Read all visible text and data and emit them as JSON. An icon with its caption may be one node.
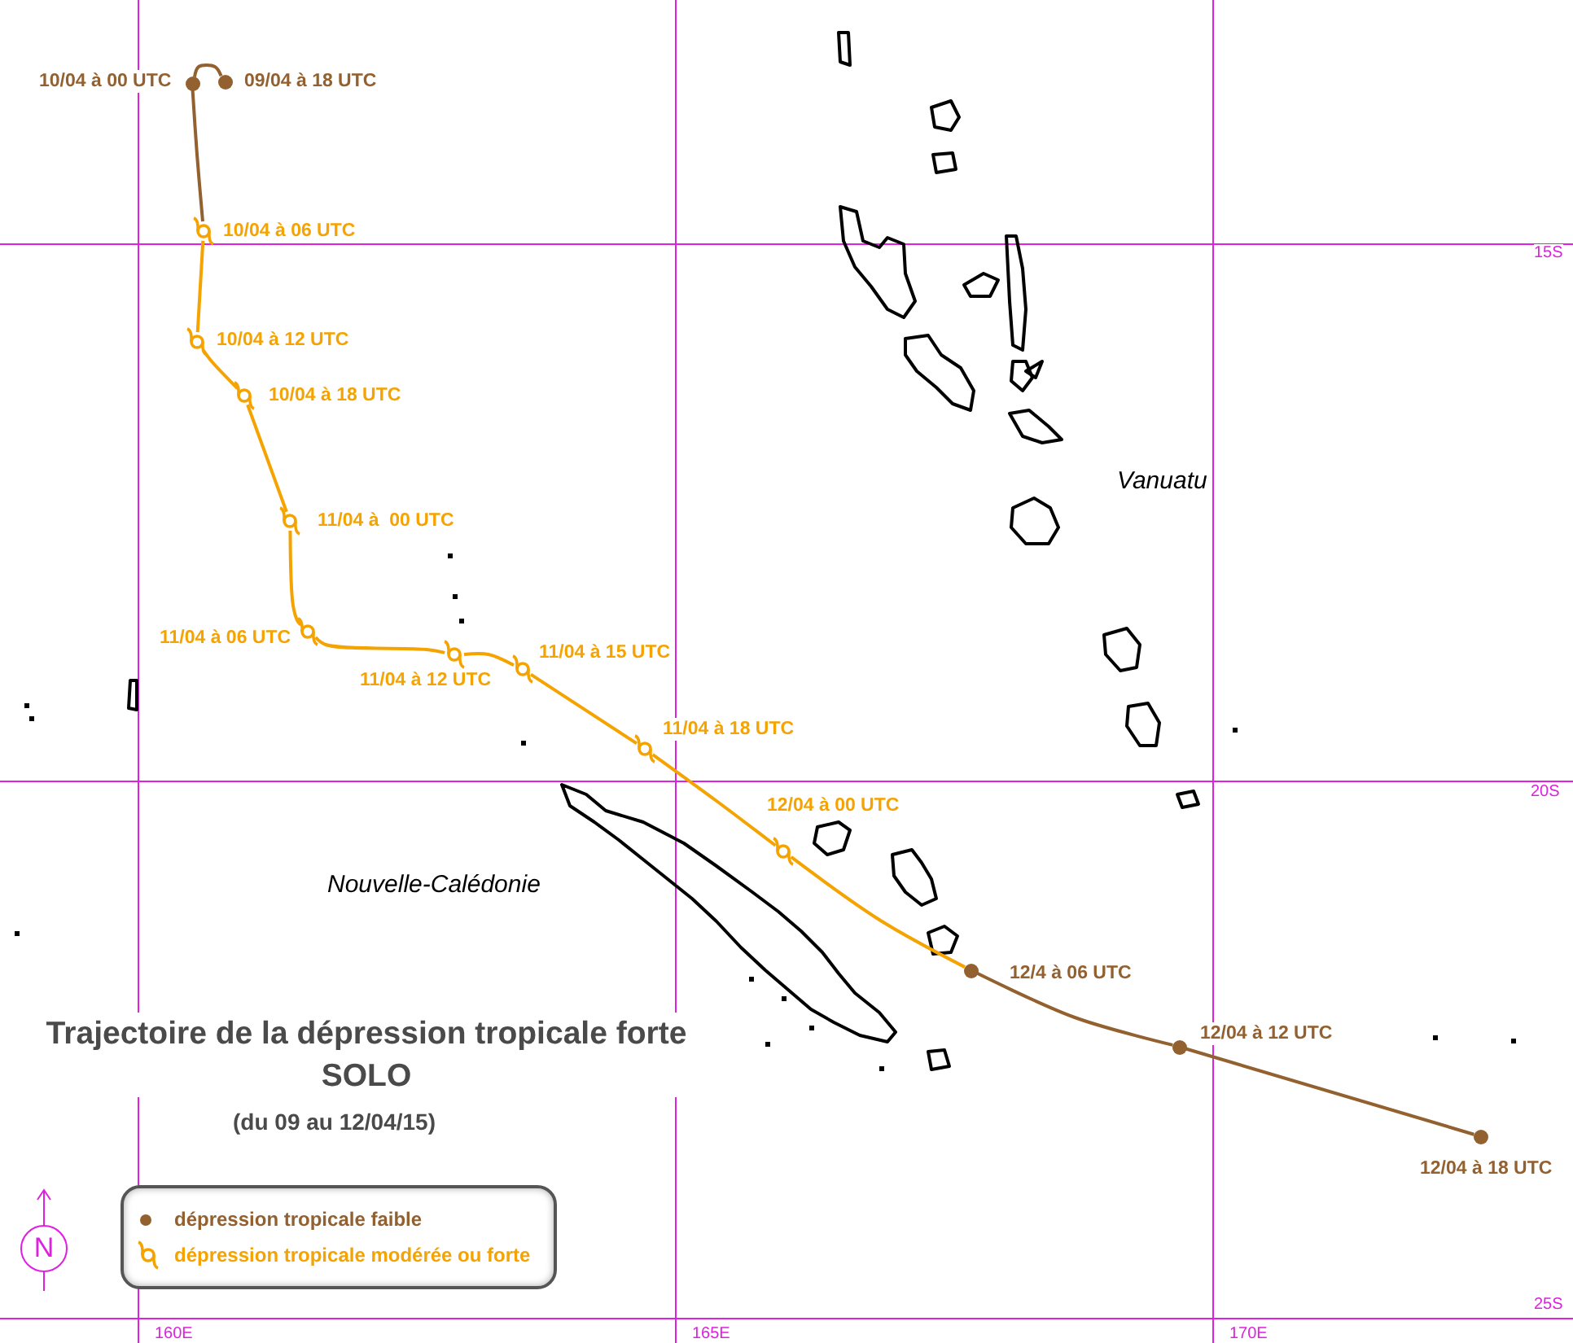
{
  "diagram": {
    "title": "Trajectoire de la dépression tropicale forte SOLO",
    "caption": "(du 09 au 12/04/15)",
    "nodes": [
      {
        "text": [],
        "shape": "circle",
        "beside": [
          "09/04 à 18 UTC"
        ]
      },
      {
        "text": [],
        "shape": "circle",
        "beside": [
          "10/04 à 00 UTC"
        ]
      },
      {
        "text": [],
        "shape": "cyclone",
        "beside": [
          "10/04 à 06 UTC"
        ]
      },
      {
        "text": [],
        "shape": "cyclone",
        "beside": [
          "10/04 à 12 UTC"
        ]
      },
      {
        "text": [],
        "shape": "cyclone",
        "beside": [
          "10/04 à 18 UTC"
        ]
      },
      {
        "text": [],
        "shape": "cyclone",
        "beside": [
          "11/04 à  00 UTC"
        ]
      },
      {
        "text": [],
        "shape": "cyclone",
        "beside": [
          "11/04 à 06 UTC"
        ]
      },
      {
        "text": [],
        "shape": "cyclone",
        "beside": [
          "11/04 à 12 UTC"
        ]
      },
      {
        "text": [],
        "shape": "cyclone",
        "beside": [
          "11/04 à 15 UTC"
        ]
      },
      {
        "text": [],
        "shape": "cyclone",
        "beside": [
          "11/04 à 18 UTC"
        ]
      },
      {
        "text": [],
        "shape": "cyclone",
        "beside": [
          "12/04 à 00 UTC"
        ]
      },
      {
        "text": [],
        "shape": "circle",
        "beside": [
          "12/4 à 06 UTC"
        ]
      },
      {
        "text": [],
        "shape": "circle",
        "beside": [
          "12/04 à 12 UTC"
        ]
      },
      {
        "text": [],
        "shape": "circle",
        "beside": [
          "12/04 à 18 UTC"
        ]
      }
    ],
    "edges": [
      {
        "from": 0,
        "to": 1,
        "arrow": "none",
        "color": "#93602f"
      },
      {
        "from": 1,
        "to": 2,
        "arrow": "none",
        "color": "#93602f"
      },
      {
        "from": 2,
        "to": 3,
        "arrow": "none"
      },
      {
        "from": 3,
        "to": 4,
        "arrow": "none"
      },
      {
        "from": 4,
        "to": 5,
        "arrow": "none"
      },
      {
        "from": 5,
        "to": 6,
        "arrow": "none"
      },
      {
        "from": 6,
        "to": 7,
        "arrow": "none"
      },
      {
        "from": 7,
        "to": 8,
        "arrow": "none"
      },
      {
        "from": 8,
        "to": 9,
        "arrow": "none"
      },
      {
        "from": 9,
        "to": 10,
        "arrow": "none"
      },
      {
        "from": 10,
        "to": 11,
        "arrow": "none"
      },
      {
        "from": 11,
        "to": 12,
        "arrow": "none",
        "color": "#93602f"
      },
      {
        "from": 12,
        "to": 13,
        "arrow": "none",
        "color": "#93602f"
      }
    ],
    "labels": [
      "15S",
      "Vanuatu",
      "20S",
      "Nouvelle-Calédonie",
      "N",
      "160E",
      "165E",
      "170E",
      "25S"
    ],
    "legend": [
      {
        "text": "dépression tropicale faible"
      },
      {
        "text": "dépression tropicale modérée ou forte"
      }
    ]
  }
}
